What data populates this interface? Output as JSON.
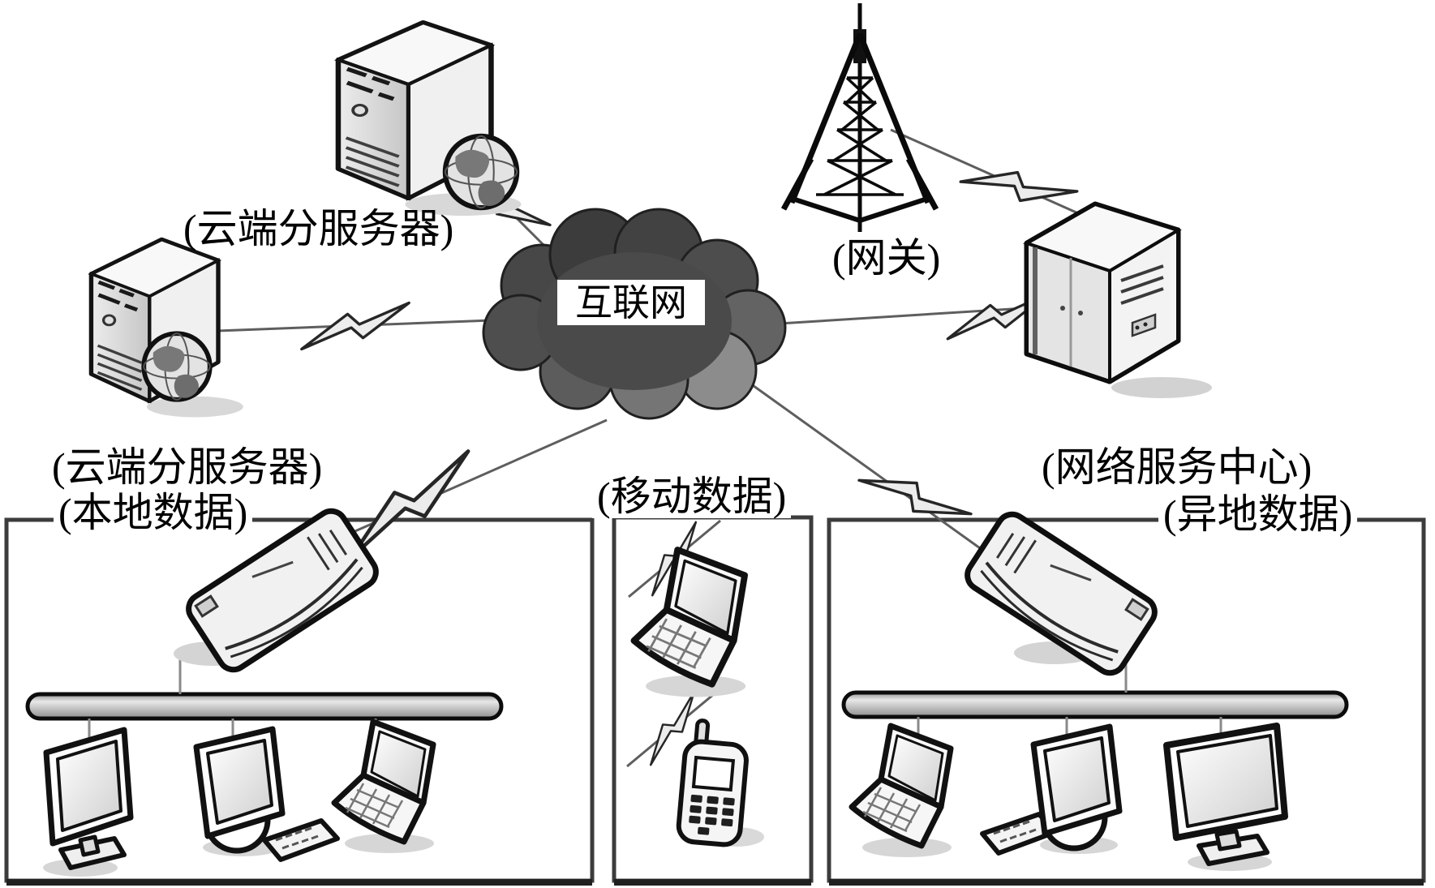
{
  "labels": {
    "internet": "互联网",
    "gateway": "(网关)",
    "cloud_server_top": "(云端分服务器)",
    "cloud_server_left_line1": "(云端分服务器)",
    "cloud_server_left_line2": "(本地数据)",
    "mobile_data": "(移动数据)",
    "network_center": "(网络服务中心)",
    "remote_data": "(异地数据)"
  },
  "nodes": [
    {
      "id": "internet",
      "label": "互联网",
      "icon": "cloud-icon"
    },
    {
      "id": "gateway",
      "label": "(网关)",
      "icon": "antenna-tower-icon"
    },
    {
      "id": "cloud-sub-server-top",
      "label": "(云端分服务器)",
      "icon": "tower-server-globe-icon"
    },
    {
      "id": "cloud-sub-server-left",
      "label": "(云端分服务器)",
      "sublabel": "(本地数据)",
      "icon": "tower-server-globe-icon"
    },
    {
      "id": "network-service-center",
      "label": "(网络服务中心)",
      "sublabel": "(异地数据)",
      "icon": "server-cabinet-icon"
    },
    {
      "id": "local-lan-box",
      "sublabel": "(本地数据)",
      "devices": [
        "router",
        "bus-bar",
        "flat-monitor",
        "desktop-with-keyboard",
        "laptop"
      ]
    },
    {
      "id": "mobile-box",
      "label": "(移动数据)",
      "devices": [
        "laptop",
        "mobile-phone"
      ],
      "icon": "wireless-bolt-icon"
    },
    {
      "id": "remote-lan-box",
      "sublabel": "(异地数据)",
      "devices": [
        "router",
        "bus-bar",
        "laptop",
        "desktop-with-keyboard",
        "widescreen-monitor"
      ]
    }
  ],
  "connections": [
    {
      "from": "internet",
      "to": "cloud-sub-server-top",
      "style": "lightning-link"
    },
    {
      "from": "internet",
      "to": "cloud-sub-server-left",
      "style": "lightning-link"
    },
    {
      "from": "gateway",
      "to": "network-service-center",
      "style": "lightning-link"
    },
    {
      "from": "internet",
      "to": "network-service-center",
      "style": "lightning-link"
    },
    {
      "from": "internet",
      "to": "local-lan-router",
      "style": "lightning-link"
    },
    {
      "from": "internet",
      "to": "remote-lan-router",
      "style": "lightning-link"
    },
    {
      "from": "mobile-box",
      "to": "internet",
      "style": "wireless-bolts"
    }
  ],
  "colors": {
    "cloud_dark": "#3c3c3c",
    "cloud_light": "#8c8c8c",
    "outline": "#111111",
    "bolt_fill": "#ececec",
    "bar_fill": "#c0c0c0",
    "box_border": "#3c3c3c"
  }
}
